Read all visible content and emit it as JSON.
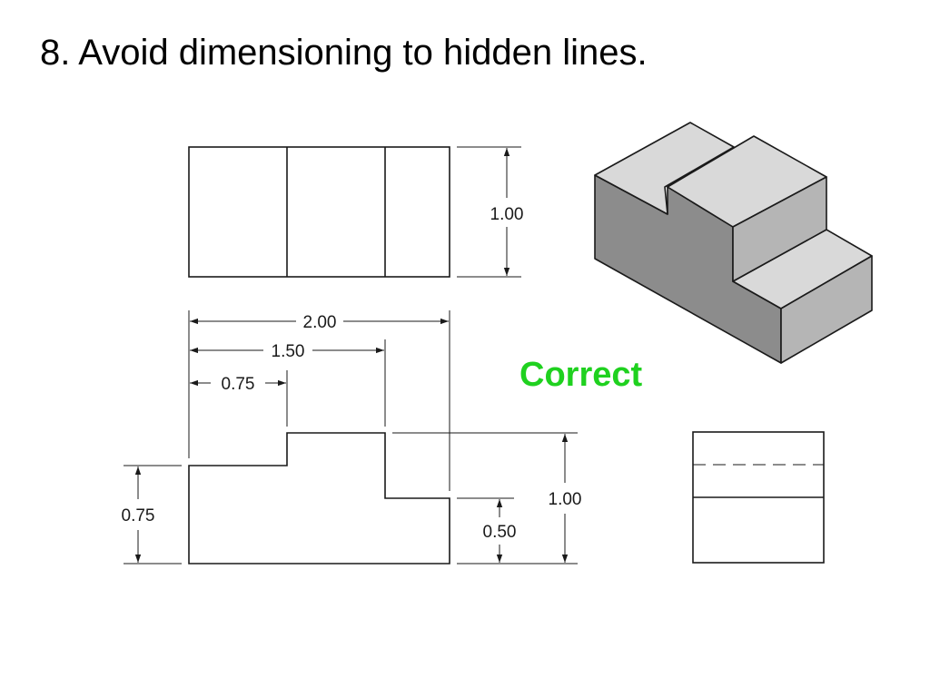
{
  "slide": {
    "title": "8. Avoid dimensioning to hidden lines."
  },
  "dimensions": {
    "top_view_height": "1.00",
    "overall_width": "2.00",
    "step_width": "1.50",
    "first_step_width": "0.75",
    "left_height": "0.75",
    "overall_height": "1.00",
    "right_step_height": "0.50"
  },
  "verdict": {
    "label": "Correct",
    "color": "#1fd11f"
  },
  "colors": {
    "line": "#1a1a1a",
    "iso_top": "#d9d9d9",
    "iso_front": "#8c8c8c",
    "iso_right": "#b5b5b5",
    "background": "#ffffff"
  }
}
